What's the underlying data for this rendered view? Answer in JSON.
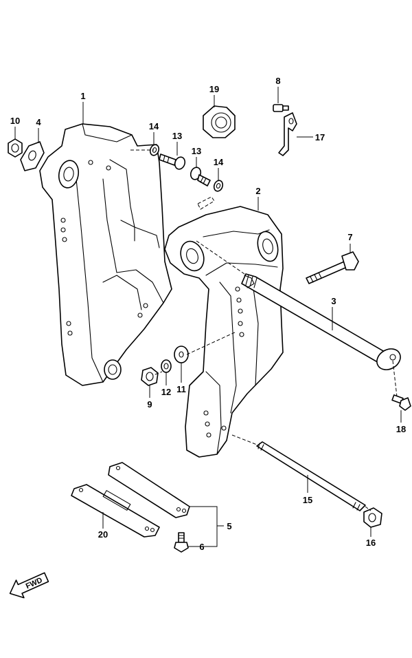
{
  "diagram": {
    "callouts": [
      "1",
      "2",
      "3",
      "4",
      "5",
      "6",
      "7",
      "8",
      "9",
      "10",
      "11",
      "12",
      "13",
      "13",
      "14",
      "14",
      "15",
      "16",
      "17",
      "18",
      "19",
      "20"
    ],
    "fwd_label": "FWD"
  }
}
